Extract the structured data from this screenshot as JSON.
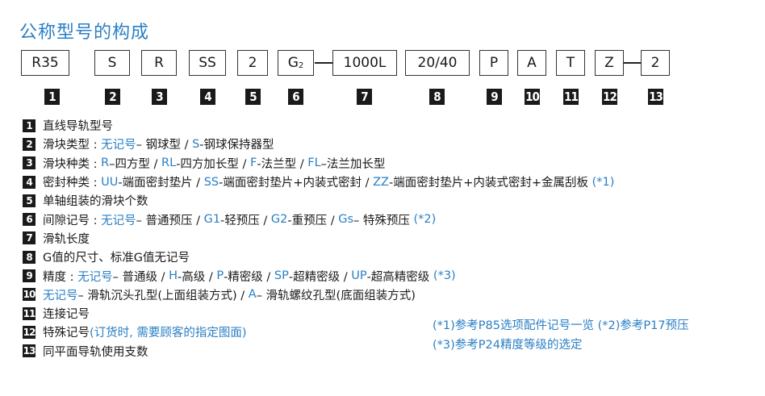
{
  "title": "公称型号的构成",
  "boxes": [
    {
      "text": "R35"
    },
    {
      "text": "S"
    },
    {
      "text": "R"
    },
    {
      "text": "SS"
    },
    {
      "text": "2"
    },
    {
      "text": "G",
      "sub": "2"
    },
    {
      "text": "1000L"
    },
    {
      "text": "20/40"
    },
    {
      "text": "P"
    },
    {
      "text": "A"
    },
    {
      "text": "T"
    },
    {
      "text": "Z"
    },
    {
      "text": "2"
    }
  ],
  "numbers": [
    "1",
    "2",
    "3",
    "4",
    "5",
    "6",
    "7",
    "8",
    "9",
    "10",
    "11",
    "12",
    "13"
  ],
  "items": [
    {
      "n": "1",
      "parts": [
        {
          "t": "直线导轨型号"
        }
      ]
    },
    {
      "n": "2",
      "parts": [
        {
          "t": "滑块类型 : "
        },
        {
          "t": "无记号",
          "b": true
        },
        {
          "t": "– 钢球型 / "
        },
        {
          "t": "S",
          "b": true
        },
        {
          "t": "-钢球保持器型"
        }
      ]
    },
    {
      "n": "3",
      "parts": [
        {
          "t": "滑块种类 : "
        },
        {
          "t": "R",
          "b": true
        },
        {
          "t": "–四方型 / "
        },
        {
          "t": "RL",
          "b": true
        },
        {
          "t": "-四方加长型 / "
        },
        {
          "t": "F",
          "b": true
        },
        {
          "t": "-法兰型 / "
        },
        {
          "t": "FL",
          "b": true
        },
        {
          "t": "–法兰加长型"
        }
      ]
    },
    {
      "n": "4",
      "parts": [
        {
          "t": "密封种类 : "
        },
        {
          "t": "UU",
          "b": true
        },
        {
          "t": "-端面密封垫片 / "
        },
        {
          "t": "SS",
          "b": true
        },
        {
          "t": "-端面密封垫片+内装式密封 / "
        },
        {
          "t": "ZZ",
          "b": true
        },
        {
          "t": "-端面密封垫片+内装式密封+金属刮板 "
        },
        {
          "t": "(*1)",
          "b": true
        }
      ]
    },
    {
      "n": "5",
      "parts": [
        {
          "t": "单轴组装的滑块个数"
        }
      ]
    },
    {
      "n": "6",
      "parts": [
        {
          "t": "间隙记号 : "
        },
        {
          "t": "无记号",
          "b": true
        },
        {
          "t": "– 普通预压 / "
        },
        {
          "t": "G1",
          "b": true
        },
        {
          "t": "-轻预压 / "
        },
        {
          "t": "G2",
          "b": true
        },
        {
          "t": "-重预压 / "
        },
        {
          "t": "Gs",
          "b": true
        },
        {
          "t": "– 特殊预压 "
        },
        {
          "t": "(*2)",
          "b": true
        }
      ]
    },
    {
      "n": "7",
      "parts": [
        {
          "t": "滑轨长度"
        }
      ]
    },
    {
      "n": "8",
      "parts": [
        {
          "t": "G值的尺寸、标准G值无记号"
        }
      ]
    },
    {
      "n": "9",
      "parts": [
        {
          "t": "精度 : "
        },
        {
          "t": "无记号",
          "b": true
        },
        {
          "t": "– 普通级 / "
        },
        {
          "t": "H",
          "b": true
        },
        {
          "t": "-高级 / "
        },
        {
          "t": "P",
          "b": true
        },
        {
          "t": "-精密级 / "
        },
        {
          "t": "SP",
          "b": true
        },
        {
          "t": "-超精密级 / "
        },
        {
          "t": "UP",
          "b": true
        },
        {
          "t": "-超高精密级 "
        },
        {
          "t": "(*3)",
          "b": true
        }
      ]
    },
    {
      "n": "10",
      "parts": [
        {
          "t": "无记号",
          "b": true
        },
        {
          "t": "– 滑轨沉头孔型(上面组装方式) / "
        },
        {
          "t": "A",
          "b": true
        },
        {
          "t": "– 滑轨螺纹孔型(底面组装方式)"
        }
      ]
    },
    {
      "n": "11",
      "parts": [
        {
          "t": "连接记号"
        }
      ]
    },
    {
      "n": "12",
      "parts": [
        {
          "t": "特殊记号"
        },
        {
          "t": "(订货时, 需要顾客的指定图面)",
          "b": true
        }
      ]
    },
    {
      "n": "13",
      "parts": [
        {
          "t": "同平面导轨使用支数"
        }
      ]
    }
  ],
  "notes": [
    "(*1)参考P85选项配件记号一览  (*2)参考P17预压",
    "(*3)参考P24精度等级的选定"
  ]
}
